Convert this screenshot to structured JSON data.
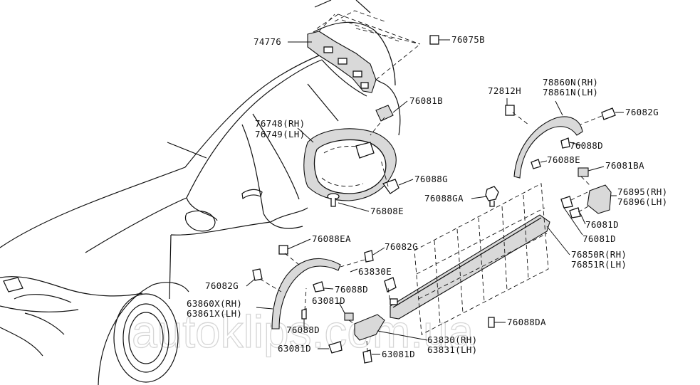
{
  "watermark": "autoklips.com.ua",
  "callouts": [
    {
      "id": "p74776",
      "text": "74776"
    },
    {
      "id": "p76075b",
      "text": "76075B"
    },
    {
      "id": "p76081b",
      "text": "76081B"
    },
    {
      "id": "p76748",
      "text": "76748(RH)"
    },
    {
      "id": "p76749",
      "text": "76749(LH)"
    },
    {
      "id": "p76088g",
      "text": "76088G"
    },
    {
      "id": "p76808e",
      "text": "76808E"
    },
    {
      "id": "p72812h",
      "text": "72812H"
    },
    {
      "id": "p78860n",
      "text": "78860N(RH)"
    },
    {
      "id": "p78861n",
      "text": "78861N(LH)"
    },
    {
      "id": "p76082g_r",
      "text": "76082G"
    },
    {
      "id": "p76088d_r",
      "text": "76088D"
    },
    {
      "id": "p76088e",
      "text": "76088E"
    },
    {
      "id": "p76081ba",
      "text": "76081BA"
    },
    {
      "id": "p76088ga",
      "text": "76088GA"
    },
    {
      "id": "p76895",
      "text": "76895(RH)"
    },
    {
      "id": "p76896",
      "text": "76896(LH)"
    },
    {
      "id": "p76081d_a",
      "text": "76081D"
    },
    {
      "id": "p76081d_b",
      "text": "76081D"
    },
    {
      "id": "p76850r",
      "text": "76850R(RH)"
    },
    {
      "id": "p76851r",
      "text": "76851R(LH)"
    },
    {
      "id": "p76088ea",
      "text": "76088EA"
    },
    {
      "id": "p76082g_m",
      "text": "76082G"
    },
    {
      "id": "p63830e",
      "text": "63830E"
    },
    {
      "id": "p76082g_l",
      "text": "76082G"
    },
    {
      "id": "p76088d_m",
      "text": "76088D"
    },
    {
      "id": "p63081d_a",
      "text": "63081D"
    },
    {
      "id": "p63860x",
      "text": "63860X(RH)"
    },
    {
      "id": "p63861x",
      "text": "63861X(LH)"
    },
    {
      "id": "p76088d_l",
      "text": "76088D"
    },
    {
      "id": "p76088da",
      "text": "76088DA"
    },
    {
      "id": "p63830",
      "text": "63830(RH)"
    },
    {
      "id": "p63831",
      "text": "63831(LH)"
    },
    {
      "id": "p63081d_b",
      "text": "63081D"
    },
    {
      "id": "p63081d_c",
      "text": "63081D"
    }
  ]
}
